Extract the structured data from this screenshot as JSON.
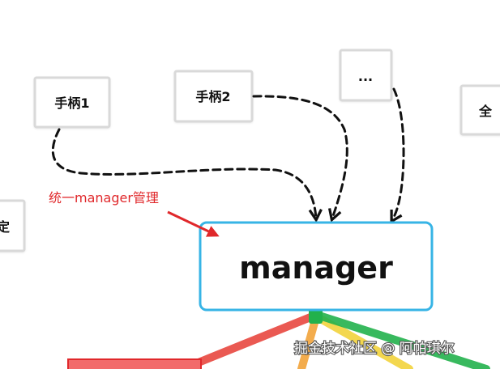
{
  "nodes": {
    "handle1": "手柄1",
    "handle2": "手柄2",
    "ellipsis": "...",
    "partial_right": "全",
    "partial_left": "定",
    "manager": "manager"
  },
  "annotation": {
    "text": "统一manager管理"
  },
  "watermark": {
    "text": "掘金技术社区 @ 阿帕琪尔"
  },
  "colors": {
    "arrow_dashed": "#111111",
    "manager_border": "#37b4e6",
    "annotation_red": "#e0282b",
    "output_red": "#e8473f",
    "output_orange": "#f2a33a",
    "output_yellow": "#f2d33c",
    "output_green": "#22b14c",
    "node_border": "#d9d9d9"
  }
}
